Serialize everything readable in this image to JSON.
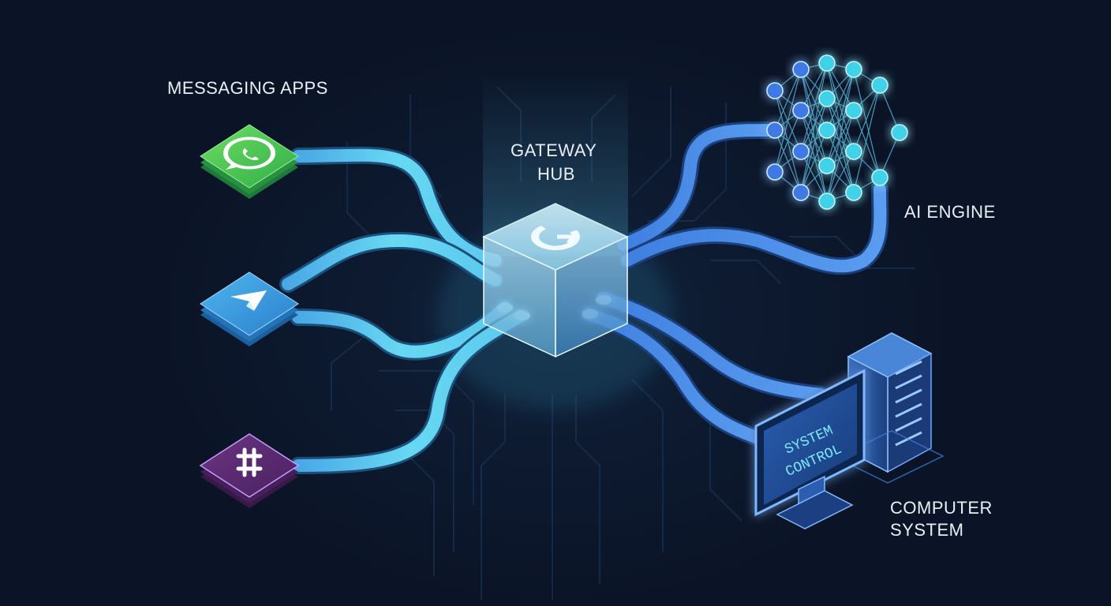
{
  "labels": {
    "messaging": "MESSAGING APPS",
    "gateway_line1": "GATEWAY",
    "gateway_line2": "HUB",
    "ai_engine": "AI ENGINE",
    "computer_line1": "COMPUTER",
    "computer_line2": "SYSTEM",
    "screen_line1": "SYSTEM",
    "screen_line2": "CONTROL"
  },
  "colors": {
    "background": "#0c1529",
    "pipe_light": "#5fd3f0",
    "pipe_blue": "#4f8fe6",
    "whatsapp_green": "#3fbf4f",
    "telegram_blue": "#2f9de0",
    "slack_purple": "#5a2a6e",
    "node_cyan": "#3fd2e8",
    "node_blue": "#3f79e6"
  },
  "icons": {
    "whatsapp": "whatsapp-icon",
    "telegram": "telegram-icon",
    "slack": "slack-icon",
    "hub": "gateway-logo-icon",
    "neural": "neural-network-icon",
    "computer": "computer-monitor-icon",
    "server": "server-tower-icon"
  }
}
